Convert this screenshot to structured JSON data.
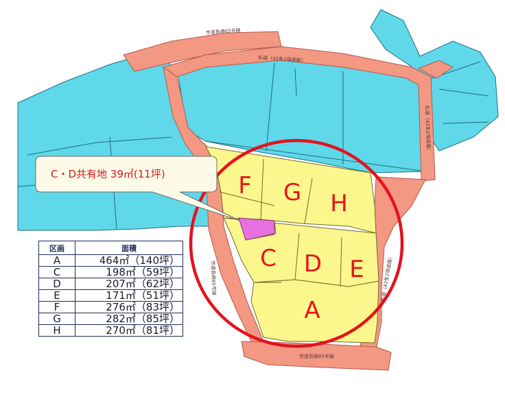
{
  "callout": {
    "label": "C・D共有地  39㎡(11坪)"
  },
  "lots": [
    {
      "id": "F"
    },
    {
      "id": "G"
    },
    {
      "id": "H"
    },
    {
      "id": "C"
    },
    {
      "id": "D"
    },
    {
      "id": "E"
    },
    {
      "id": "A"
    }
  ],
  "road_labels": {
    "north": "市道長崎65号線",
    "private": "私道（42条2項道路）",
    "east_upper": "私道（42条2項道路）",
    "west": "市道長崎65号線",
    "east_lower": "私道（42条2項道路）",
    "south": "市道長崎65号線"
  },
  "table": {
    "headers": [
      "区画",
      "面積"
    ],
    "rows": [
      [
        "A",
        "464㎡（140坪）"
      ],
      [
        "C",
        "198㎡（59坪）"
      ],
      [
        "D",
        "207㎡（62坪）"
      ],
      [
        "E",
        "171㎡（51坪）"
      ],
      [
        "F",
        "276㎡（83坪）"
      ],
      [
        "G",
        "282㎡（85坪）"
      ],
      [
        "H",
        "270㎡（81坪）"
      ]
    ]
  },
  "colors": {
    "road": "#f39882",
    "neighbor_parcel": "#5fd8ea",
    "lot_fill": "#fbf78c",
    "shared_lot": "#e870e0",
    "highlight_circle": "#e4121d",
    "table_border": "#1d2c5c"
  }
}
